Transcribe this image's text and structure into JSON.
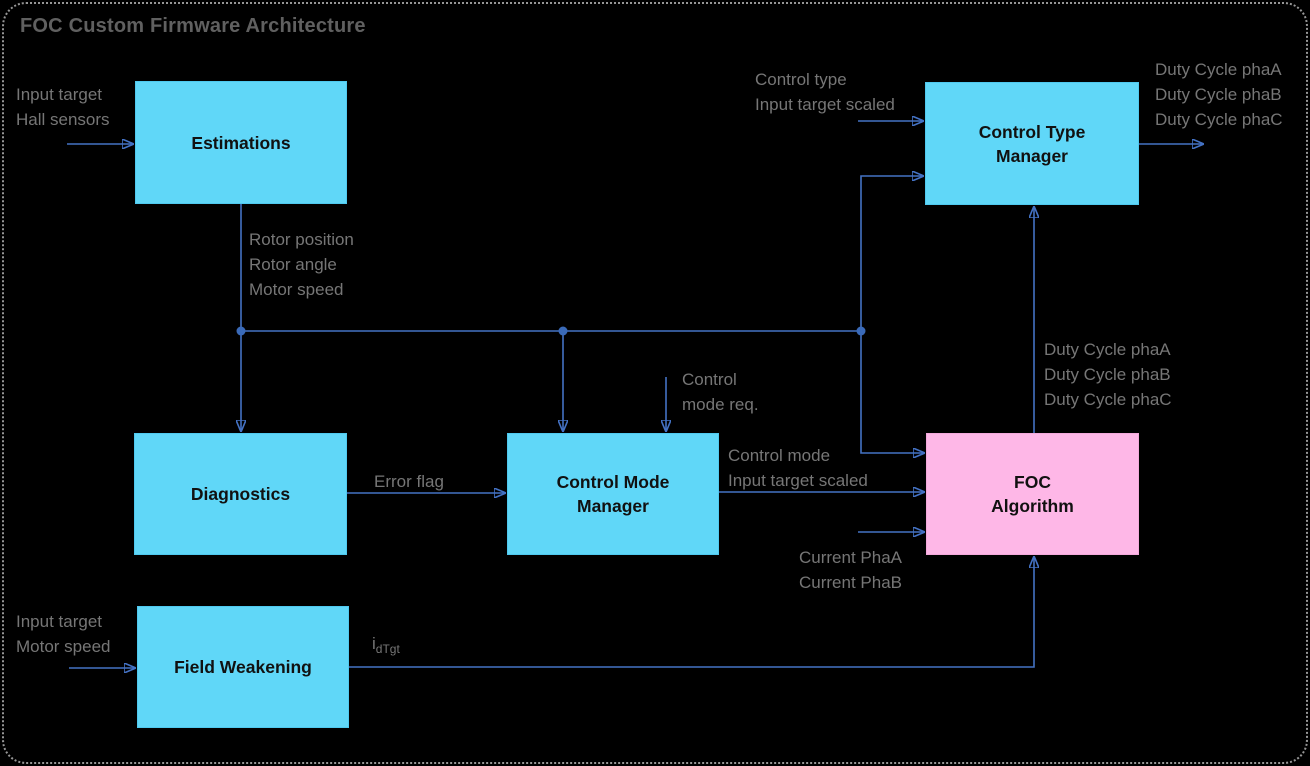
{
  "title": "FOC Custom Firmware Architecture",
  "blocks": {
    "estimations": {
      "label": "Estimations"
    },
    "control_type_manager": {
      "label": "Control Type\nManager"
    },
    "diagnostics": {
      "label": "Diagnostics"
    },
    "control_mode_manager": {
      "label": "Control Mode\nManager"
    },
    "foc_algorithm": {
      "label": "FOC\nAlgorithm"
    },
    "field_weakening": {
      "label": "Field Weakening"
    }
  },
  "annotations": {
    "estimations_inputs": "Input target\nHall sensors",
    "estimations_outputs": "Rotor position\nRotor angle\nMotor speed",
    "ctm_inputs": "Control type\nInput target scaled",
    "ctm_outputs": "Duty Cycle phaA\nDuty Cycle phaB\nDuty Cycle phaC",
    "foc_to_ctm": "Duty Cycle phaA\nDuty Cycle phaB\nDuty Cycle phaC",
    "cmm_request": "Control\nmode req.",
    "error_flag": "Error flag",
    "cmm_outputs": "Control mode\nInput target scaled",
    "foc_current_inputs": "Current PhaA\nCurrent PhaB",
    "fw_inputs": "Input target\nMotor speed",
    "fw_output_base": "i",
    "fw_output_sub": "dTgt"
  },
  "colors": {
    "background": "#000000",
    "block_cyan": "#60D7F8",
    "block_pink": "#FEB7E7",
    "connector_blue": "#4472C4",
    "arrowhead_blue": "#3A6AB8",
    "label_gray": "#767676",
    "title_gray": "#606060",
    "frame_dots": "#969696",
    "block_text": "#111111"
  }
}
